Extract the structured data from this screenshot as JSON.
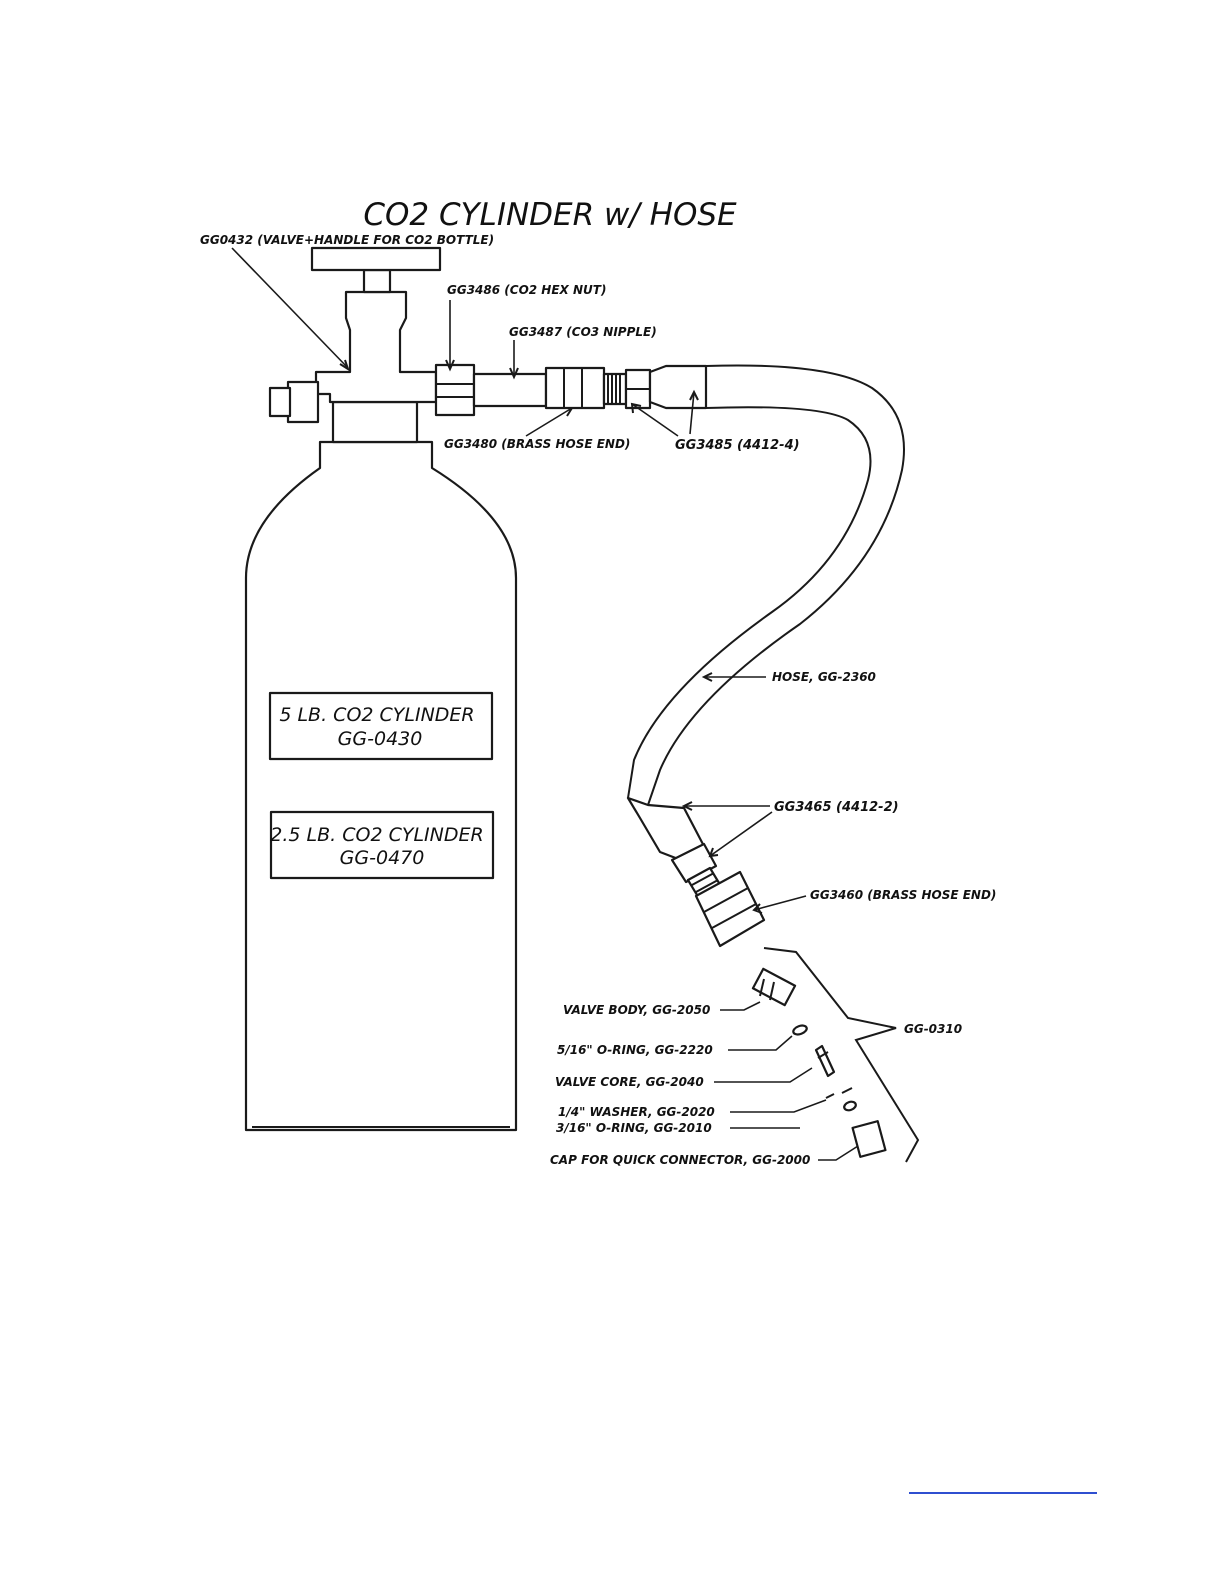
{
  "title": "CO2 CYLINDER w/ HOSE",
  "labels": {
    "valve_handle": "GG0432 (VALVE+HANDLE FOR CO2 BOTTLE)",
    "hex_nut": "GG3486 (CO2 HEX NUT)",
    "nipple": "GG3487 (CO3 NIPPLE)",
    "brass_hose_end_top": "GG3480 (BRASS HOSE END)",
    "ferrule_top": "GG3485 (4412-4)",
    "hose": "HOSE,  GG-2360",
    "ferrule_bottom": "GG3465 (4412-2)",
    "brass_hose_end_bottom": "GG3460 (BRASS HOSE END)",
    "kit": "GG-0310",
    "valve_body": "VALVE BODY,  GG-2050",
    "oring_5_16": "5/16\"  O-RING, GG-2220",
    "valve_core": "VALVE CORE,  GG-2040",
    "washer": "1/4\" WASHER,  GG-2020",
    "oring_3_16": "3/16\" O-RING, GG-2010",
    "cap": "CAP FOR QUICK CONNECTOR,  GG-2000"
  },
  "cylinder_boxes": [
    {
      "line1": "5 LB. CO2 CYLINDER",
      "line2": "GG-0430"
    },
    {
      "line1": "2.5 LB. CO2 CYLINDER",
      "line2": "GG-0470"
    }
  ],
  "colors": {
    "ink": "#1a1a1a",
    "link": "#2f4fd0"
  }
}
